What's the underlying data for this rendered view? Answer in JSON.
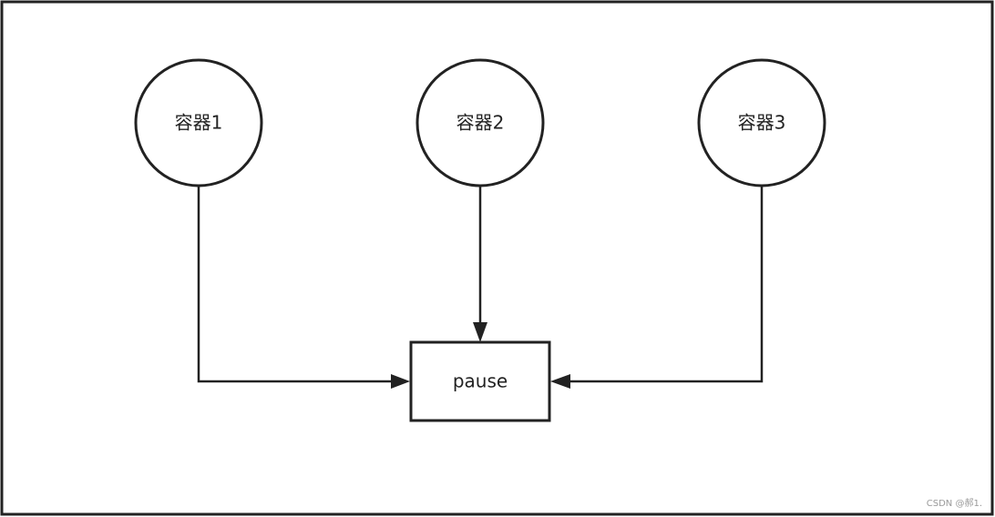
{
  "diagram": {
    "nodes": {
      "container1": {
        "label": "容器1"
      },
      "container2": {
        "label": "容器2"
      },
      "container3": {
        "label": "容器3"
      },
      "pause": {
        "label": "pause"
      }
    },
    "edges": [
      {
        "from": "container1",
        "to": "pause"
      },
      {
        "from": "container2",
        "to": "pause"
      },
      {
        "from": "container3",
        "to": "pause"
      }
    ]
  },
  "watermark": {
    "text": "CSDN @郝1."
  },
  "colors": {
    "stroke": "#222222",
    "background": "#ffffff",
    "watermark": "#9a9a9a"
  }
}
